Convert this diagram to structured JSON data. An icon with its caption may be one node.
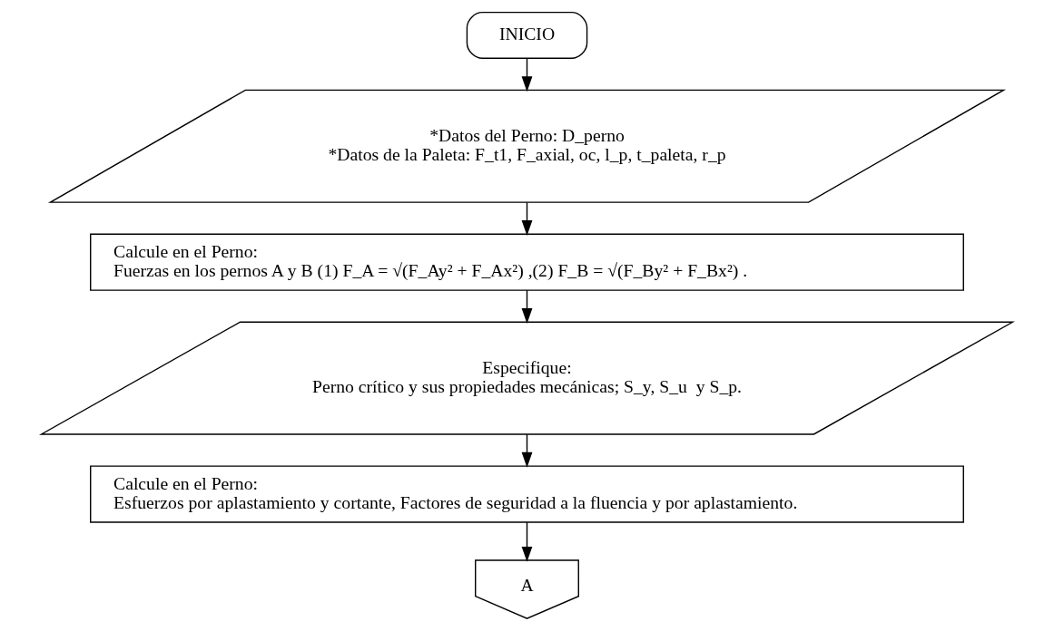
{
  "diagram": {
    "nodes": [
      {
        "text": [
          "INICIO"
        ]
      },
      {
        "text": [
          "*Datos del Perno: D_perno",
          "*Datos de la Paleta: F_t1, F_axial, oc, l_p, t_paleta, r_p"
        ]
      },
      {
        "text": [
          "Calcule en el Perno:",
          "Fuerzas en los pernos A y B (1) F_A = √(F_Ay² + F_Ax²) ,(2) F_B = √(F_By² + F_Bx²) ."
        ]
      },
      {
        "text": [
          "Especifique:",
          "Perno crítico y sus propiedades mecánicas; S_y, S_u  y S_p."
        ]
      },
      {
        "text": [
          "Calcule en el Perno:",
          "Esfuerzos por aplastamiento y cortante, Factores de seguridad a la fluencia y por aplastamiento."
        ]
      },
      {
        "text": [
          "A"
        ]
      }
    ],
    "edges": [
      {
        "from": 0,
        "to": 1,
        "arrow": "to"
      },
      {
        "from": 1,
        "to": 2,
        "arrow": "to"
      },
      {
        "from": 2,
        "to": 3,
        "arrow": "to"
      },
      {
        "from": 3,
        "to": 4,
        "arrow": "to"
      },
      {
        "from": 4,
        "to": 5,
        "arrow": "to"
      }
    ]
  }
}
